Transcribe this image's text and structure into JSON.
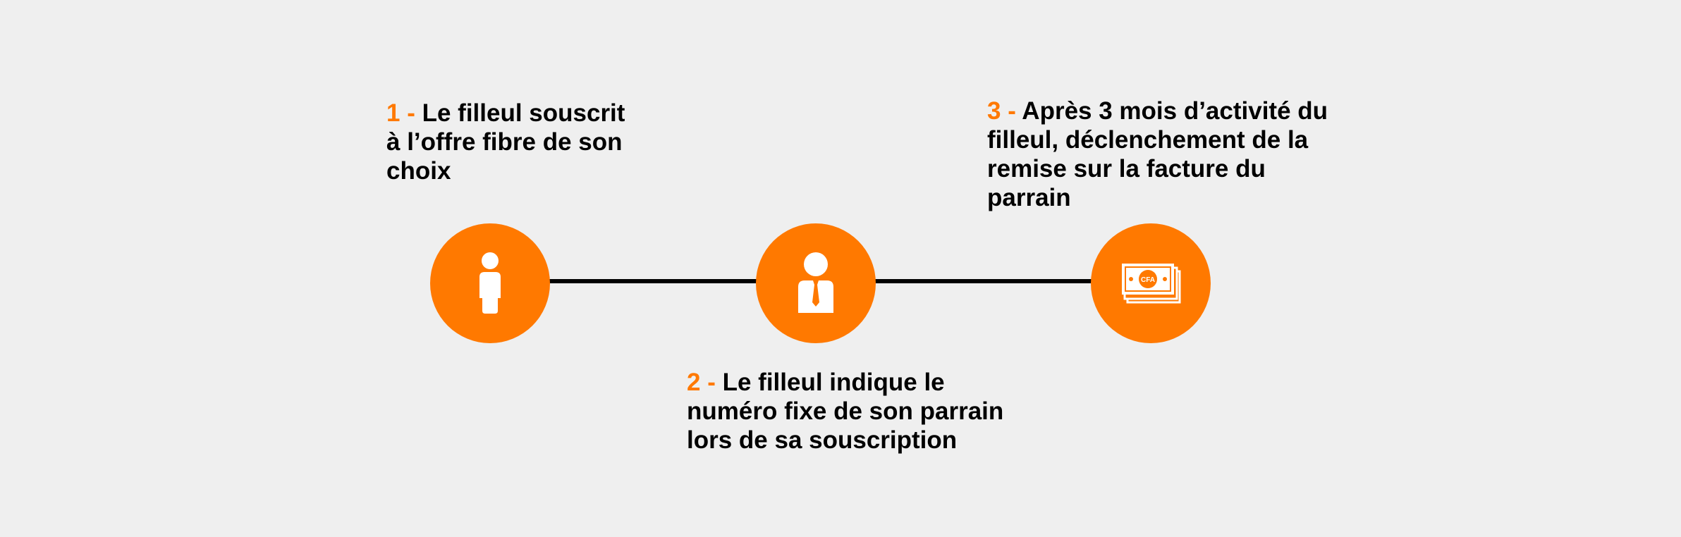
{
  "steps": [
    {
      "number": "1 -",
      "lines": [
        "Le filleul souscrit",
        "à l’offre fibre de son",
        "choix"
      ],
      "icon": "person-icon"
    },
    {
      "number": "2 -",
      "lines": [
        "Le filleul indique le",
        "numéro fixe de son parrain",
        "lors de sa souscription"
      ],
      "icon": "businessman-icon"
    },
    {
      "number": "3 -",
      "lines": [
        "Après 3 mois d’activité du",
        "filleul, déclenchement de la",
        "remise sur la facture du",
        "parrain"
      ],
      "icon": "cfa-banknote-icon",
      "icon_text": "CFA"
    }
  ],
  "colors": {
    "accent": "#ff7900",
    "text": "#000000",
    "background": "#efefef"
  }
}
